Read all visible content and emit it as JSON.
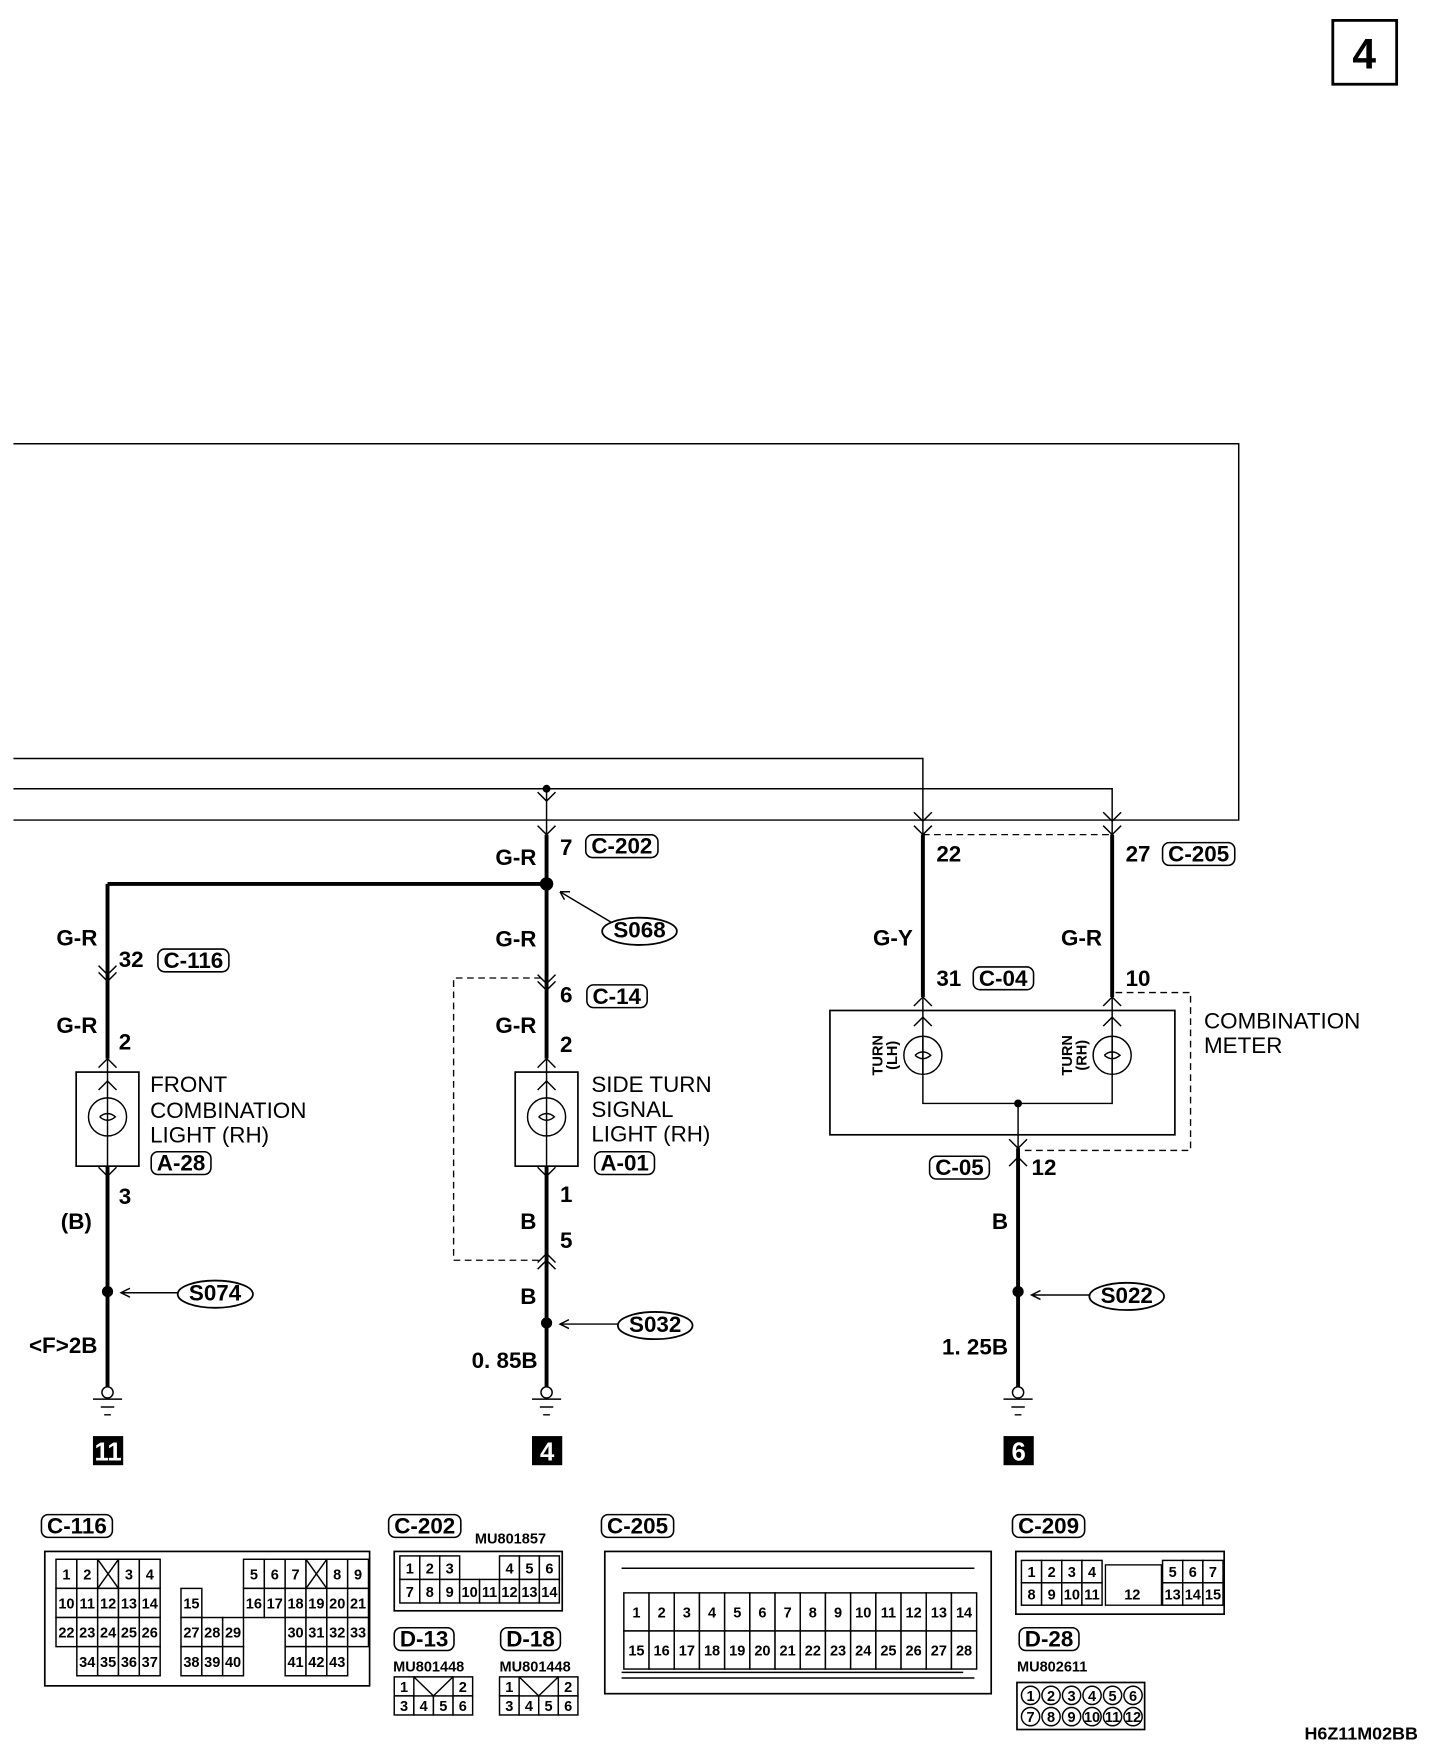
{
  "page_number": "4",
  "diagram_code": "H6Z11M02BB",
  "circuits": {
    "front_light": {
      "wire_top": "G-R",
      "conn_pin": "32",
      "conn": "C-116",
      "wire_mid": "G-R",
      "pin_in": "2",
      "component_lines": [
        "FRONT",
        "COMBINATION",
        "LIGHT (RH)"
      ],
      "component_conn": "A-28",
      "pin_out": "3",
      "wire_out": "(B)",
      "splice": "S074",
      "ground_wire": "<F>2B",
      "ground_point": "11"
    },
    "side_light": {
      "wire_top": "G-R",
      "conn_pin": "7",
      "conn": "C-202",
      "splice_top": "S068",
      "wire_a": "G-R",
      "conn2_pin": "6",
      "conn2": "C-14",
      "wire_b": "G-R",
      "pin_in": "2",
      "component_lines": [
        "SIDE TURN",
        "SIGNAL",
        "LIGHT (RH)"
      ],
      "component_conn": "A-01",
      "pin_out": "1",
      "wire_out": "B",
      "conn2_pin_return": "5",
      "wire_out2": "B",
      "splice": "S032",
      "ground_wire": "0. 85B",
      "ground_point": "4"
    },
    "meter": {
      "pin_lh": "22",
      "pin_rh": "27",
      "conn": "C-205",
      "wire_lh": "G-Y",
      "wire_rh": "G-R",
      "meter_pin_lh": "31",
      "meter_conn": "C-04",
      "meter_pin_rh": "10",
      "component_lines": [
        "COMBINATION",
        "METER"
      ],
      "lamp_lh": [
        "TURN",
        "(LH)"
      ],
      "lamp_rh": [
        "TURN",
        "(RH)"
      ],
      "out_conn": "C-05",
      "out_pin": "12",
      "wire_out": "B",
      "splice": "S022",
      "ground_wire": "1. 25B",
      "ground_point": "6"
    }
  },
  "connectors": {
    "c116": {
      "name": "C-116",
      "rows": [
        [
          "1",
          "2",
          "X",
          "3",
          "4",
          null,
          null,
          null,
          null,
          "5",
          "6",
          "7",
          "X",
          "8",
          "9"
        ],
        [
          "10",
          "11",
          "12",
          "13",
          "14",
          null,
          "15",
          null,
          null,
          "16",
          "17",
          "18",
          "19",
          "20",
          "21"
        ],
        [
          "22",
          "23",
          "24",
          "25",
          "26",
          null,
          "27",
          "28",
          "29",
          null,
          null,
          "30",
          "31",
          "32",
          "33"
        ],
        [
          null,
          "34",
          "35",
          "36",
          "37",
          null,
          "38",
          "39",
          "40",
          null,
          null,
          "41",
          "42",
          "43",
          null
        ]
      ]
    },
    "c202": {
      "name": "C-202",
      "part": "MU801857",
      "rows": [
        [
          "1",
          "2",
          "3",
          null,
          null,
          "4",
          "5",
          "6"
        ],
        [
          "7",
          "8",
          "9",
          "10",
          "11",
          "12",
          "13",
          "14"
        ]
      ]
    },
    "c205": {
      "name": "C-205",
      "rows": [
        [
          "1",
          "2",
          "3",
          "4",
          "5",
          "6",
          "7",
          "8",
          "9",
          "10",
          "11",
          "12",
          "13",
          "14"
        ],
        [
          "15",
          "16",
          "17",
          "18",
          "19",
          "20",
          "21",
          "22",
          "23",
          "24",
          "25",
          "26",
          "27",
          "28"
        ]
      ]
    },
    "c209": {
      "name": "C-209",
      "rows": [
        [
          "1",
          "2",
          "3",
          "4",
          null,
          null,
          null,
          "5",
          "6",
          "7"
        ],
        [
          "8",
          "9",
          "10",
          "11",
          null,
          "12",
          null,
          "13",
          "14",
          "15"
        ]
      ]
    },
    "d13": {
      "name": "D-13",
      "part": "MU801448",
      "rows": [
        [
          "1",
          null,
          null,
          "2"
        ],
        [
          "3",
          "4",
          "5",
          "6"
        ]
      ]
    },
    "d18": {
      "name": "D-18",
      "part": "MU801448",
      "rows": [
        [
          "1",
          null,
          null,
          "2"
        ],
        [
          "3",
          "4",
          "5",
          "6"
        ]
      ]
    },
    "d28": {
      "name": "D-28",
      "part": "MU802611",
      "rows": [
        [
          "1",
          "2",
          "3",
          "4",
          "5",
          "6"
        ],
        [
          "7",
          "8",
          "9",
          "10",
          "11",
          "12"
        ]
      ]
    }
  }
}
